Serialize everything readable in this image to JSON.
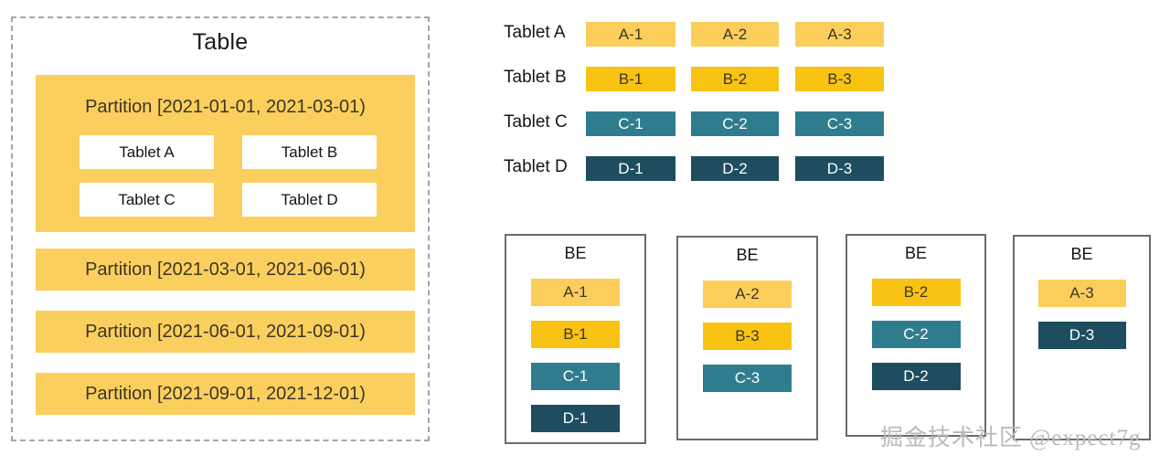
{
  "table_panel": {
    "title": "Table",
    "partitions": [
      {
        "label": "Partition [2021-01-01, 2021-03-01)",
        "tablets": [
          "Tablet A",
          "Tablet B",
          "Tablet C",
          "Tablet D"
        ]
      },
      {
        "label": "Partition [2021-03-01, 2021-06-01)",
        "tablets": []
      },
      {
        "label": "Partition [2021-06-01, 2021-09-01)",
        "tablets": []
      },
      {
        "label": "Partition [2021-09-01, 2021-12-01)",
        "tablets": []
      }
    ]
  },
  "tablet_rows": [
    {
      "label": "Tablet A",
      "shards": [
        "A-1",
        "A-2",
        "A-3"
      ],
      "color": "#FBCE5C"
    },
    {
      "label": "Tablet B",
      "shards": [
        "B-1",
        "B-2",
        "B-3"
      ],
      "color": "#F9C313"
    },
    {
      "label": "Tablet C",
      "shards": [
        "C-1",
        "C-2",
        "C-3"
      ],
      "color": "#2F7C8E"
    },
    {
      "label": "Tablet D",
      "shards": [
        "D-1",
        "D-2",
        "D-3"
      ],
      "color": "#1D4D5F"
    }
  ],
  "be_nodes": [
    {
      "title": "BE",
      "chips": [
        "A-1",
        "B-1",
        "C-1",
        "D-1"
      ]
    },
    {
      "title": "BE",
      "chips": [
        "A-2",
        "B-3",
        "C-3"
      ]
    },
    {
      "title": "BE",
      "chips": [
        "B-2",
        "C-2",
        "D-2"
      ]
    },
    {
      "title": "BE",
      "chips": [
        "A-3",
        "D-3"
      ]
    }
  ],
  "watermark": "掘金技术社区 @expect7g",
  "colors": {
    "tablet_a": "#FBCE5C",
    "tablet_b": "#F9C313",
    "tablet_c": "#2F7C8E",
    "tablet_d": "#1D4D5F",
    "partition_fill": "#FBCF5E",
    "dashed_border": "#a6a6a6",
    "be_border": "#6b6b6b",
    "watermark": "#b9b9b9"
  }
}
